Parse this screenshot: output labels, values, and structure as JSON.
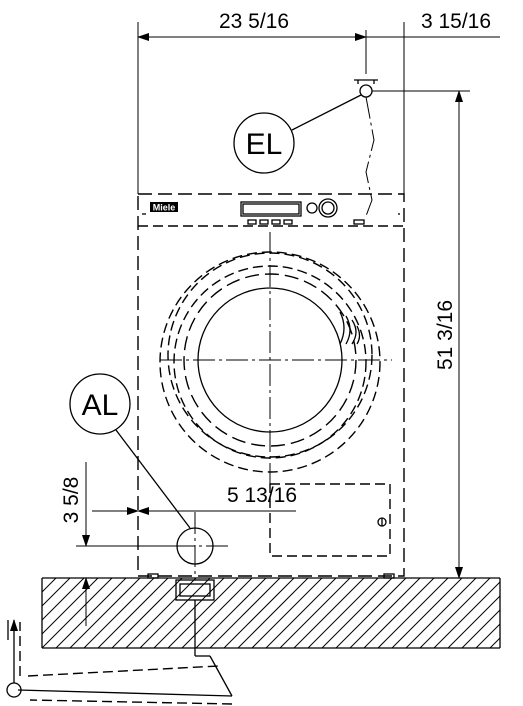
{
  "dimensions": {
    "width": "23 5/16",
    "offset_right": "3 15/16",
    "height": "51 3/16",
    "drain_offset": "5 13/16",
    "drain_height": "3 5/8"
  },
  "callouts": {
    "electrical": "EL",
    "drain": "AL"
  },
  "brand": {
    "logo": "Miele"
  }
}
